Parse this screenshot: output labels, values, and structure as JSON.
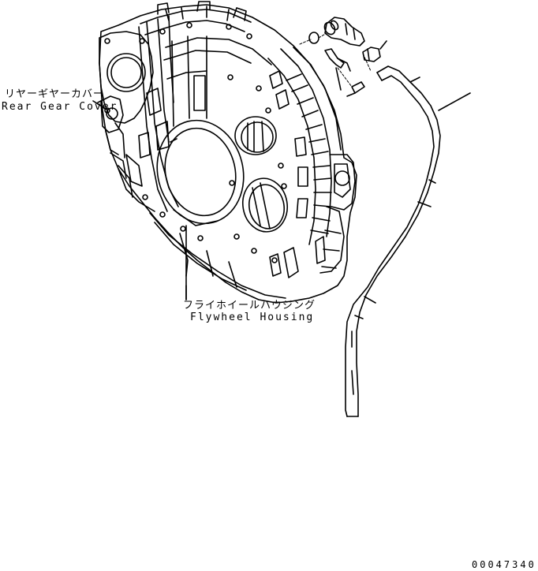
{
  "labels": {
    "rear_gear_cover_jp": "リヤーギヤーカバー",
    "rear_gear_cover_en": "Rear Gear Cover",
    "flywheel_housing_jp": "フライホイールハウジング",
    "flywheel_housing_en": "Flywheel Housing"
  },
  "drawing_number": "00047340",
  "colors": {
    "line": "#000000",
    "background": "#ffffff"
  }
}
